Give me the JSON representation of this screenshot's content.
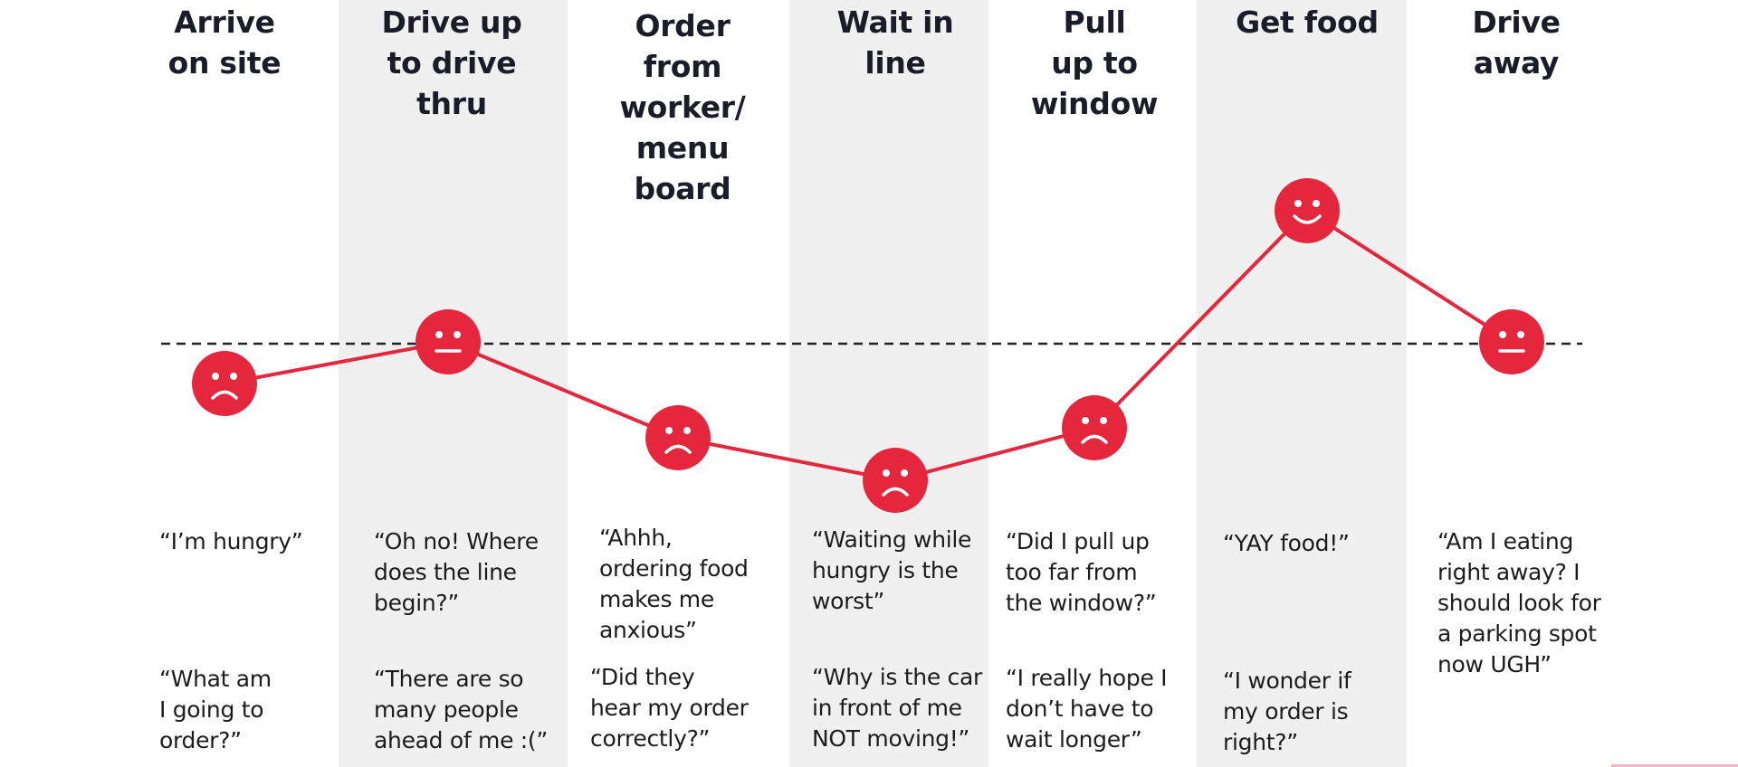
{
  "colors": {
    "accent": "#e5273e",
    "band": "#f0f0f0",
    "text": "#1c1c1c",
    "baseline": "#222222"
  },
  "stages": [
    {
      "title": "Arrive\non site",
      "mood": "sad",
      "q1": "“I’m hungry”",
      "q2": "“What am\nI going to\norder?”"
    },
    {
      "title": "Drive up\nto drive\nthru",
      "mood": "neutral",
      "q1": "“Oh no! Where\ndoes the line\nbegin?”",
      "q2": "“There are so\nmany people\nahead of me :(”"
    },
    {
      "title": "Order\nfrom\nworker/\nmenu\nboard",
      "mood": "sad",
      "q1": "“Ahhh,\nordering food\nmakes me\nanxious”",
      "q2": "“Did they\nhear my order\ncorrectly?”"
    },
    {
      "title": "Wait in\nline",
      "mood": "sad",
      "q1": "“Waiting while\nhungry is the\nworst”",
      "q2": "“Why is the car\nin front of me\nNOT moving!”"
    },
    {
      "title": "Pull\nup to\nwindow",
      "mood": "sad",
      "q1": "“Did I pull up\ntoo far from\nthe window?”",
      "q2": "“I really hope I\ndon’t have to\nwait longer”"
    },
    {
      "title": "Get food",
      "mood": "happy",
      "q1": "“YAY food!”",
      "q2": "“I wonder if\nmy order is\nright?”"
    },
    {
      "title": "Drive\naway",
      "mood": "neutral",
      "q1": "“Am I eating\nright away? I\nshould look for\na parking spot\nnow UGH”",
      "q2": ""
    }
  ]
}
